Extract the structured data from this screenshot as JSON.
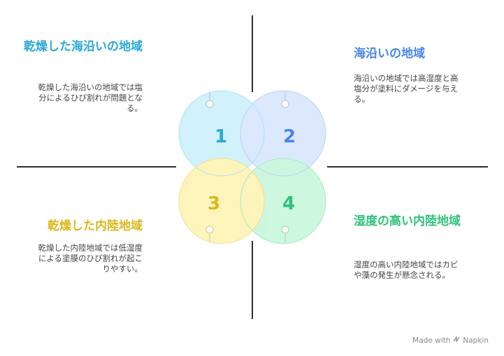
{
  "colors": {
    "q1": "#29a8d6",
    "q2": "#4a86e6",
    "q3": "#d9b81c",
    "q4": "#2fc27a",
    "line": "#2d2d2d"
  },
  "quadrants": [
    {
      "number": "1",
      "title": "乾燥した海沿いの地域",
      "desc": "乾燥した海沿いの地域では塩分によるひび割れが問題となる。"
    },
    {
      "number": "2",
      "title": "海沿いの地域",
      "desc": "海沿いの地域では高湿度と高塩分が塗料にダメージを与える。"
    },
    {
      "number": "3",
      "title": "乾燥した内陸地域",
      "desc": "乾燥した内陸地域では低湿度による塗膜のひび割れが起こりやすい。"
    },
    {
      "number": "4",
      "title": "湿度の高い内陸地域",
      "desc": "湿度の高い内陸地域ではカビや藻の発生が懸念される。"
    }
  ],
  "footer": {
    "made_with": "Made with",
    "brand": "Napkin",
    "icon": "napkin-logo-icon"
  }
}
